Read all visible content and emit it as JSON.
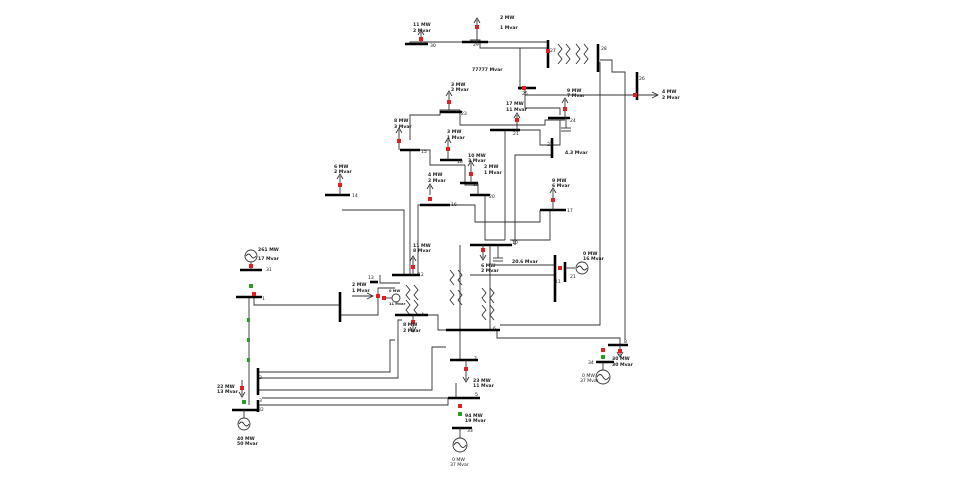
{
  "colors": {
    "background": "#ffffff",
    "bus": "#000000",
    "line": "#333333",
    "breaker_closed": "#e02020",
    "breaker_open": "#28a028"
  },
  "buses": [
    {
      "id": "b1",
      "label": "1"
    },
    {
      "id": "b2",
      "label": "2"
    },
    {
      "id": "b3",
      "label": "3"
    },
    {
      "id": "b4",
      "label": "4"
    },
    {
      "id": "b5",
      "label": "5"
    },
    {
      "id": "b6",
      "label": "6"
    },
    {
      "id": "b7",
      "label": "7"
    },
    {
      "id": "b8",
      "label": "8"
    },
    {
      "id": "b10",
      "label": "10"
    },
    {
      "id": "b11",
      "label": "11"
    },
    {
      "id": "b12",
      "label": "12"
    },
    {
      "id": "b13",
      "label": "13"
    },
    {
      "id": "b14",
      "label": "14"
    },
    {
      "id": "b15",
      "label": "15"
    },
    {
      "id": "b16",
      "label": "16"
    },
    {
      "id": "b17",
      "label": "17"
    },
    {
      "id": "b18",
      "label": "18"
    },
    {
      "id": "b19",
      "label": "19"
    },
    {
      "id": "b20",
      "label": "20"
    },
    {
      "id": "b21",
      "label": "21"
    },
    {
      "id": "b22",
      "label": "22"
    },
    {
      "id": "b23",
      "label": "23"
    },
    {
      "id": "b24",
      "label": "24"
    },
    {
      "id": "b25",
      "label": "25"
    },
    {
      "id": "b26",
      "label": "26"
    },
    {
      "id": "b27",
      "label": "27"
    },
    {
      "id": "b28",
      "label": "28"
    },
    {
      "id": "b29",
      "label": "29"
    },
    {
      "id": "b30",
      "label": "30"
    },
    {
      "id": "b31",
      "label": "31"
    },
    {
      "id": "b32",
      "label": "32"
    },
    {
      "id": "b33",
      "label": "33"
    },
    {
      "id": "b34",
      "label": "34"
    }
  ],
  "loads": [
    {
      "id": "l30",
      "mw": "11 MW",
      "mvar": "2 Mvar"
    },
    {
      "id": "l29",
      "mw": "2 MW",
      "mvar": "1 Mvar"
    },
    {
      "id": "l26",
      "mw": "4 MW",
      "mvar": "2 Mvar"
    },
    {
      "id": "l23",
      "mw": "3 MW",
      "mvar": "2 Mvar"
    },
    {
      "id": "l24",
      "mw": "9 MW",
      "mvar": "7 Mvar"
    },
    {
      "id": "l21",
      "mw": "17 MW",
      "mvar": "11 Mvar"
    },
    {
      "id": "l15",
      "mw": "8 MW",
      "mvar": "3 Mvar"
    },
    {
      "id": "l16",
      "mw": "3 MW",
      "mvar": "1 Mvar"
    },
    {
      "id": "l18",
      "mw": "10 MW",
      "mvar": "3 Mvar"
    },
    {
      "id": "l19",
      "mw": "2 MW",
      "mvar": "1 Mvar"
    },
    {
      "id": "l14",
      "mw": "6 MW",
      "mvar": "2 Mvar"
    },
    {
      "id": "l20",
      "mw": "4 MW",
      "mvar": "2 Mvar"
    },
    {
      "id": "l17",
      "mw": "9 MW",
      "mvar": "6 Mvar"
    },
    {
      "id": "l12",
      "mw": "11 MW",
      "mvar": "8 Mvar"
    },
    {
      "id": "l10",
      "mw": "6 MW",
      "mvar": "2 Mvar"
    },
    {
      "id": "l13",
      "mw": "2 MW",
      "mvar": "1 Mvar"
    },
    {
      "id": "l4",
      "mw": "8 MW",
      "mvar": "2 Mvar"
    },
    {
      "id": "l7",
      "mw": "23 MW",
      "mvar": "11 Mvar"
    },
    {
      "id": "l5",
      "mw": "94 MW",
      "mvar": "19 Mvar"
    },
    {
      "id": "l8",
      "mw": "30 MW",
      "mvar": "30 Mvar"
    },
    {
      "id": "l2",
      "mw": "22 MW",
      "mvar": "13 Mvar"
    }
  ],
  "generators": [
    {
      "id": "g31",
      "mw": "261 MW",
      "mvar": "17 Mvar"
    },
    {
      "id": "g32",
      "mw": "40 MW",
      "mvar": "50 Mvar"
    },
    {
      "id": "g33",
      "mw": "0 MW",
      "mvar": "37 Mvar"
    },
    {
      "id": "g34",
      "mw": "0 MW",
      "mvar": "37 Mvar"
    },
    {
      "id": "g11",
      "mw": "0 MW",
      "mvar": "16 Mvar"
    }
  ],
  "shunts": [
    {
      "id": "s24",
      "mvar": "4.3 Mvar"
    },
    {
      "id": "s10",
      "mvar": "20.6 Mvar"
    }
  ],
  "annotations": {
    "top_mvar": "77777 Mvar",
    "small_gen_mw": "0 MW",
    "small_gen_mvar": "11 Mvar"
  }
}
